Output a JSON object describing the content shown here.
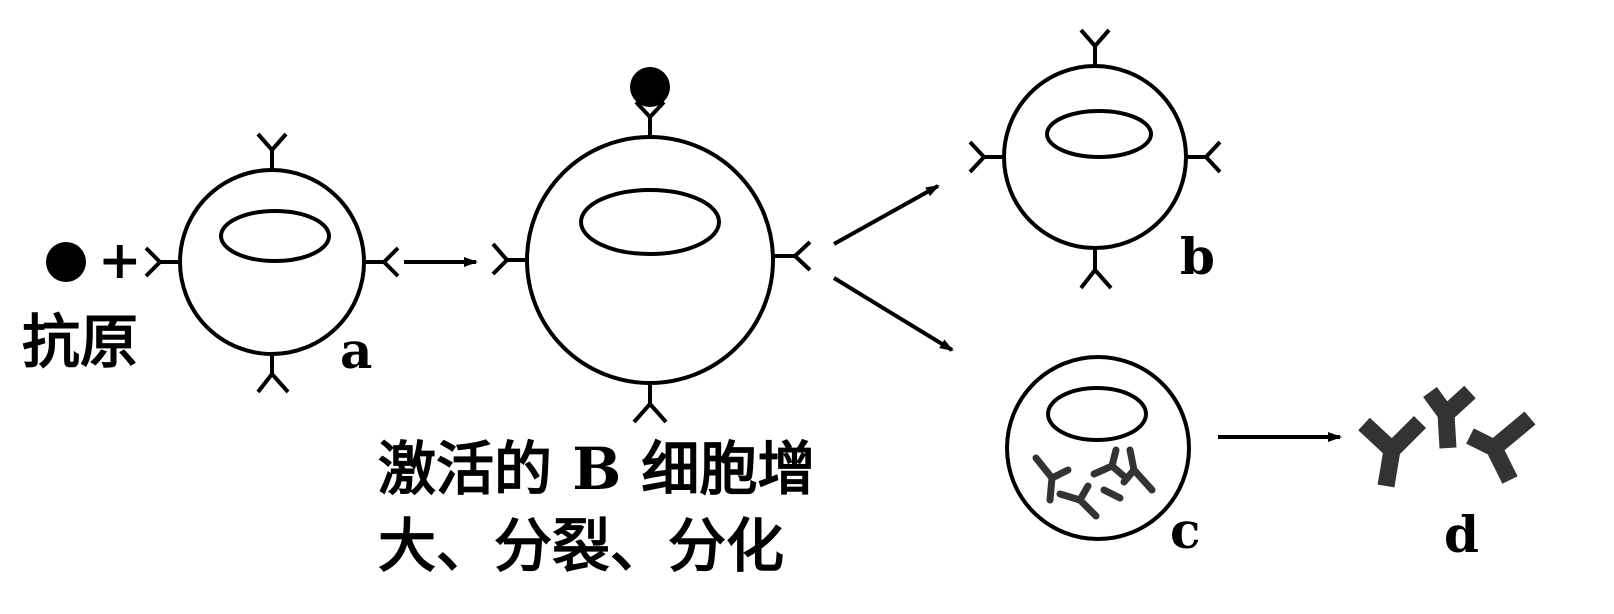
{
  "labels": {
    "antigen": "抗原",
    "plus": "+",
    "cell_a": "a",
    "cell_b": "b",
    "cell_c": "c",
    "antibody_d": "d",
    "activated_line1": "激活的 B 细胞增",
    "activated_line2": "大、分裂、分化"
  },
  "colors": {
    "stroke": "#000000",
    "antibody_fill": "#333333"
  },
  "icons": {
    "antigen": "filled-circle",
    "receptor": "y-shaped-receptor",
    "antibody": "y-shaped-antibody",
    "arrow": "arrow"
  }
}
